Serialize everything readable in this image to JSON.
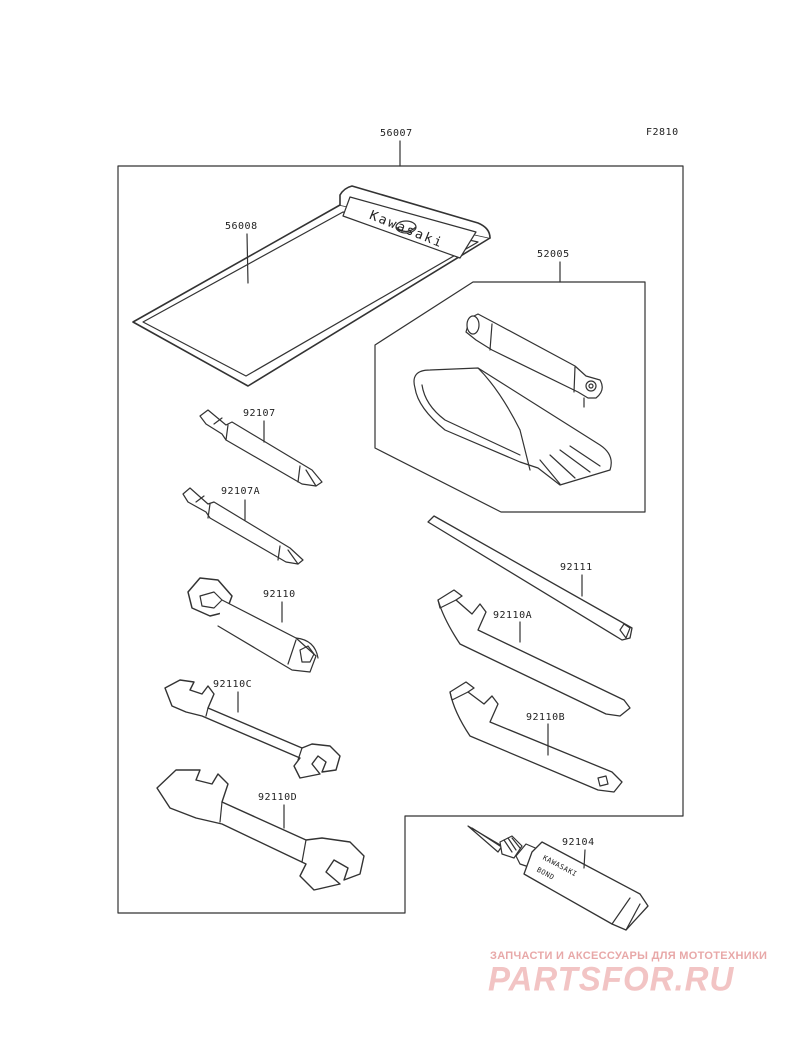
{
  "figure_code": "F2810",
  "parts": {
    "set": "56007",
    "case": "56008",
    "pump_kit": "52005",
    "screwdriver": "92107",
    "screwdriver_a": "92107A",
    "plug_wrench": "92110",
    "wrench_c": "92110C",
    "wrench_d": "92110D",
    "bar": "92111",
    "hook_wrench_a": "92110A",
    "hook_wrench_b": "92110B",
    "bond": "92104"
  },
  "product_text": {
    "case_brand": "Kawasaki",
    "tube_brand": "KAWASAKI",
    "tube_name": "BOND"
  },
  "watermark": {
    "tagline": "ЗАПЧАСТИ И АКСЕССУАРЫ ДЛЯ МОТОТЕХНИКИ",
    "logo": "PARTSFOR.RU"
  }
}
